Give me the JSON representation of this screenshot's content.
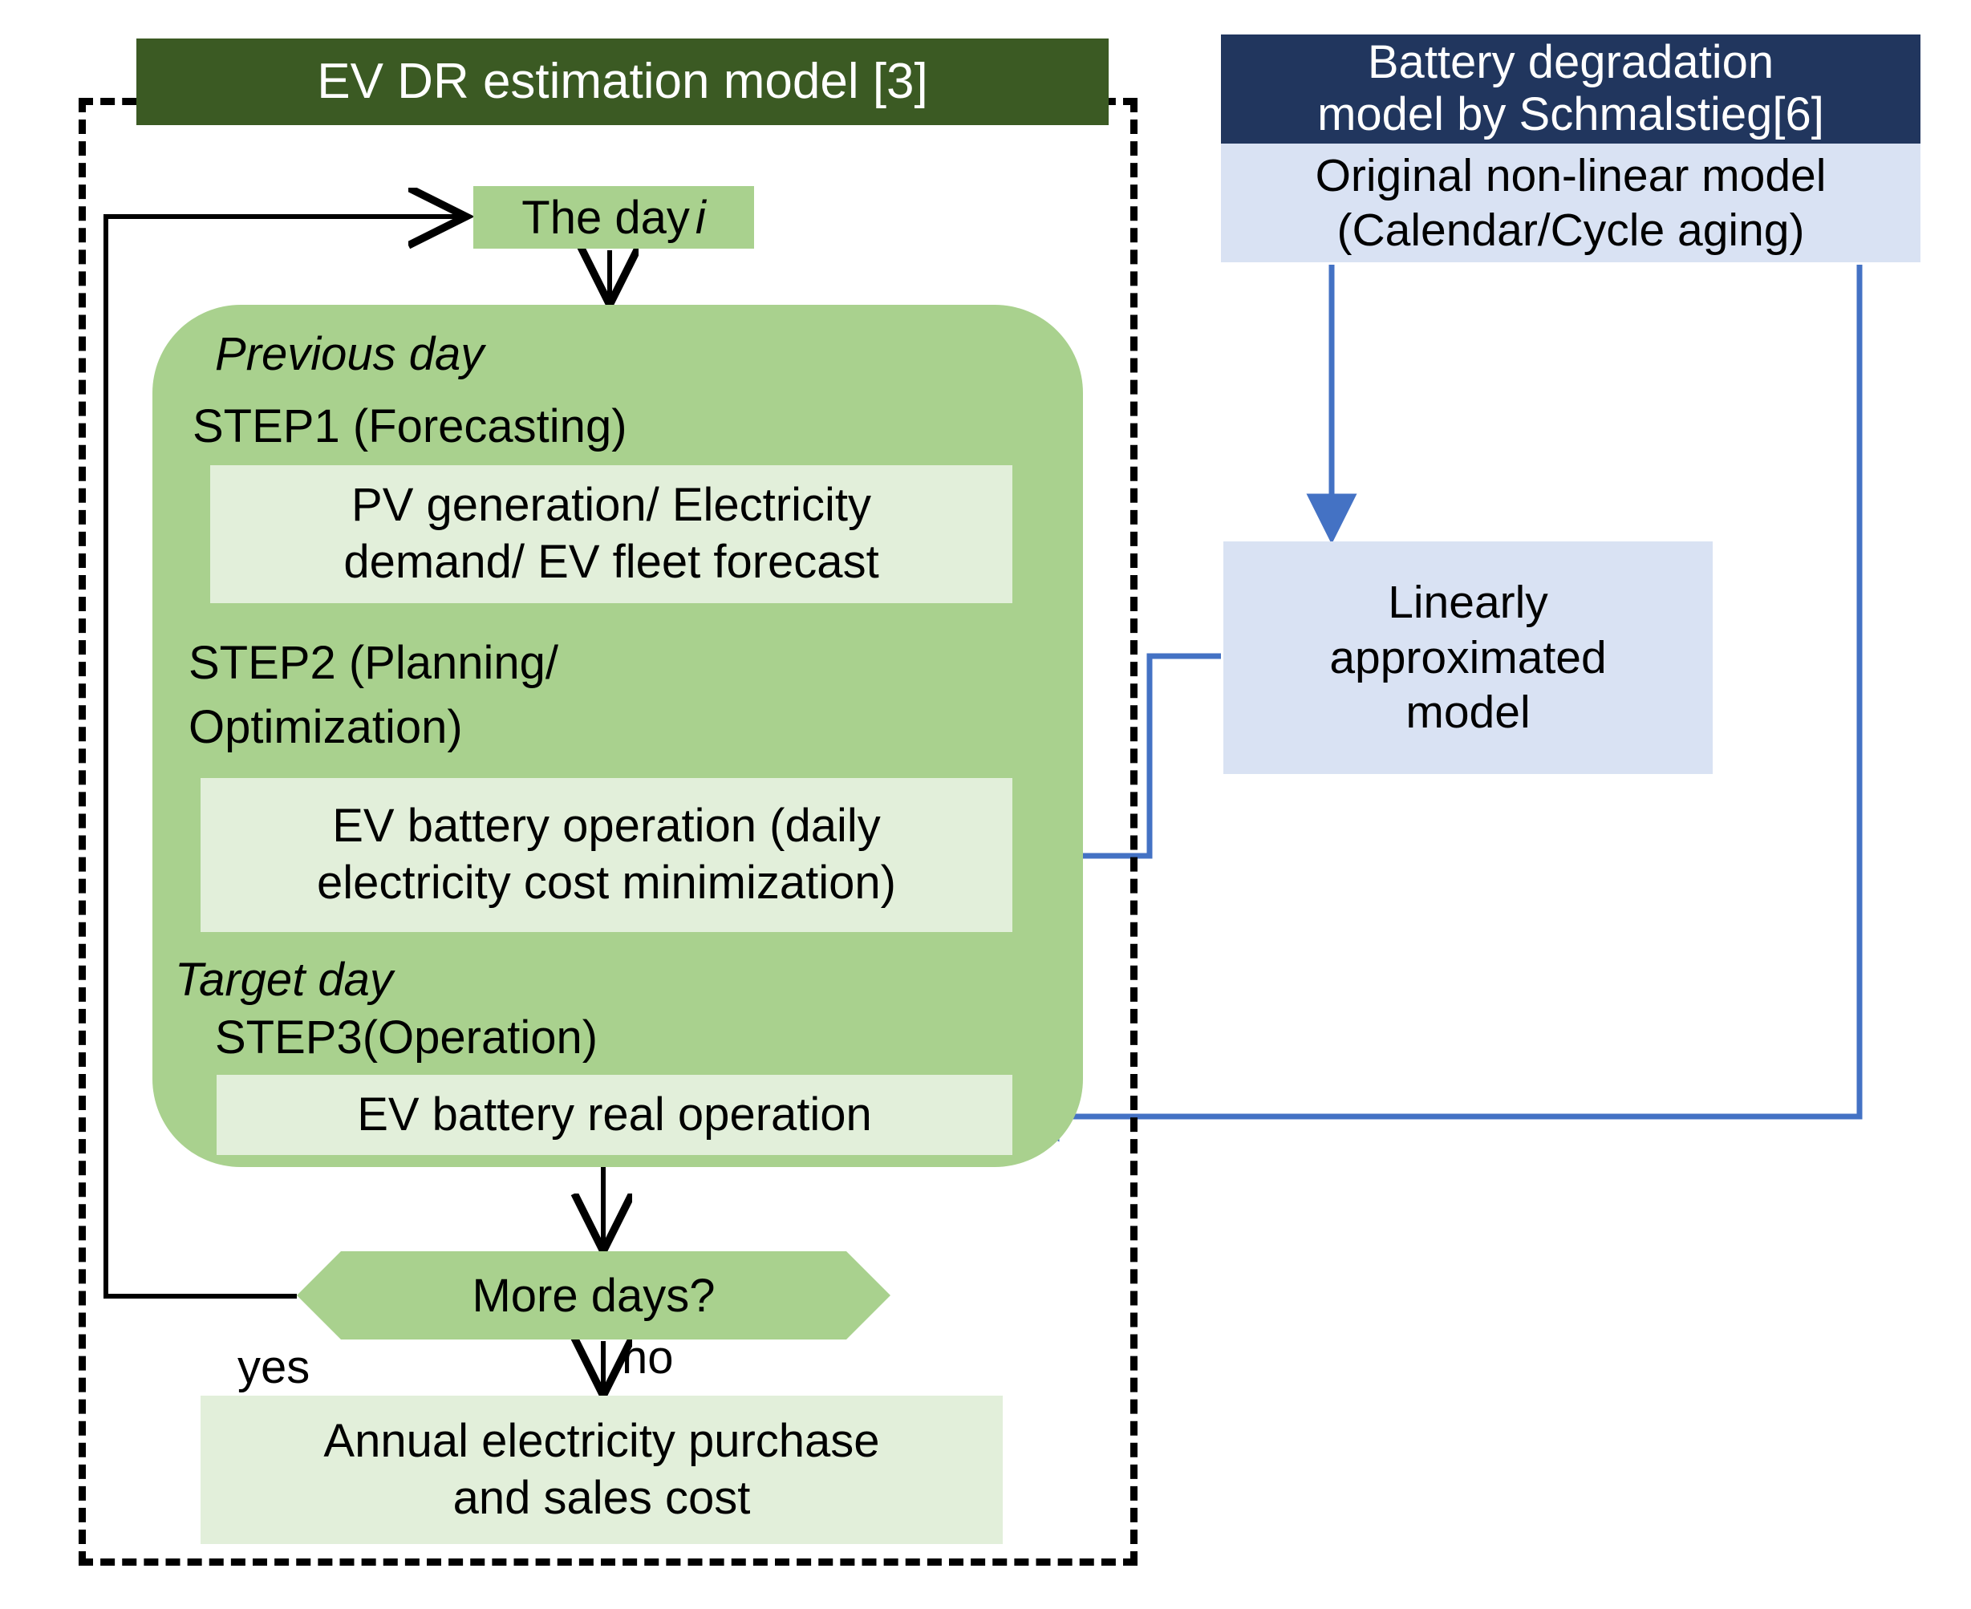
{
  "diagram": {
    "title_left": "EV DR estimation model [3]",
    "title_right_line1": "Battery degradation",
    "title_right_line2": "model by Schmalstieg[6]"
  },
  "left_panel": {
    "header": "EV DR estimation model [3]",
    "start_node": {
      "text": "The day ",
      "italic_var": "i"
    },
    "sections": [
      {
        "phase_label": "Previous day",
        "step_label": "STEP1 (Forecasting)"
      },
      {
        "phase_label": "",
        "step_label_line1": "STEP2 (Planning/",
        "step_label_line2": "Optimization)"
      },
      {
        "phase_label": "Target day",
        "step_label": "STEP3(Operation)"
      }
    ],
    "process_boxes": [
      {
        "line1": "PV generation/ Electricity",
        "line2": "demand/ EV fleet forecast"
      },
      {
        "line1": "EV battery operation (daily",
        "line2": "electricity cost minimization)"
      },
      {
        "line1": "EV battery real operation",
        "line2": ""
      },
      {
        "line1": "Annual electricity purchase",
        "line2": "and sales cost"
      }
    ],
    "decision": {
      "label": "More days?",
      "yes_label": "yes",
      "no_label": "no"
    }
  },
  "right_panel": {
    "header_line1": "Battery degradation",
    "header_line2": "model by Schmalstieg[6]",
    "original_model": {
      "line1": "Original non-linear model",
      "line2": "(Calendar/Cycle aging)"
    },
    "linear_model": {
      "line1": "Linearly",
      "line2": "approximated",
      "line3": "model"
    }
  },
  "colors": {
    "header_green": "#3B5A23",
    "header_blue": "#21365E",
    "mid_green": "#A9D18E",
    "light_green": "#E2EFDA",
    "light_blue": "#D9E2F3",
    "arrow_blue": "#4472C4",
    "arrow_black": "#000000"
  }
}
